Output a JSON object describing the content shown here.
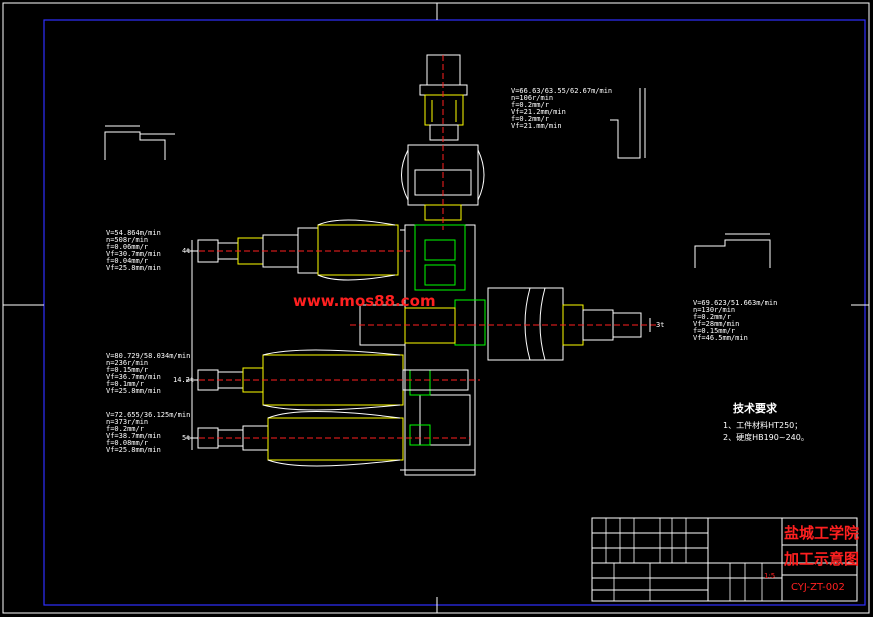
{
  "watermark": "www.mos88.com",
  "dim_top": [
    "V=66.63/63.55/62.67m/min",
    "n=106r/min",
    "f=0.2mm/r",
    "Vf=21.2mm/min",
    "f=0.2mm/r",
    "Vf=21.mm/min"
  ],
  "dim_left_1": [
    "V=54.864m/min",
    "n=508r/min",
    "f=0.06mm/r",
    "Vf=30.7mm/min",
    "f=0.04mm/r",
    "Vf=25.8mm/min"
  ],
  "dim_left_2": [
    "V=80.729/58.034m/min",
    "n=236r/min",
    "f=0.15mm/r",
    "Vf=36.7mm/min",
    "f=0.1mm/r",
    "Vf=25.8mm/min"
  ],
  "dim_left_3": [
    "V=72.655/36.125m/min",
    "n=373r/min",
    "f=0.2mm/r",
    "Vf=38.7mm/min",
    "f=0.08mm/r",
    "Vf=25.8mm/min"
  ],
  "dim_right": [
    "V=69.623/51.663m/min",
    "n=130r/min",
    "f=0.2mm/r",
    "Vf=28mm/min",
    "f=0.15mm/r",
    "Vf=46.5mm/min"
  ],
  "side_labels": {
    "l1": "4t",
    "l2": "14.2t",
    "l3": "5t",
    "r1": "3t"
  },
  "tech": {
    "title": "技术要求",
    "items": [
      "1、工件材料HT250；",
      "2、硬度HB190~240。"
    ]
  },
  "title_block": {
    "school": "盐城工学院",
    "drawing": "加工示意图",
    "code": "CYJ-ZT-002",
    "scale": "1:5"
  },
  "colors": {
    "line": "#ffffff",
    "yellow": "#ffff00",
    "green": "#00ff00",
    "cyan": "#00ffff",
    "magenta": "#ff00ff",
    "red": "#ff2020",
    "blue": "#3030ff"
  }
}
